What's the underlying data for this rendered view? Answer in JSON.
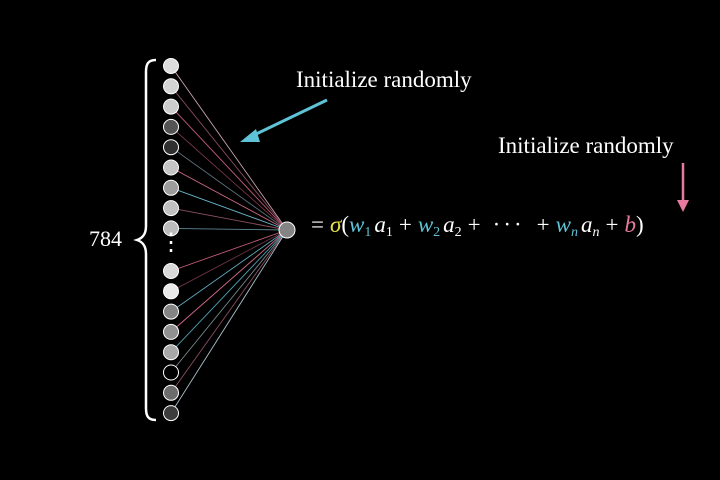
{
  "annotations": {
    "weights": "Initialize randomly",
    "bias": "Initialize randomly"
  },
  "input_count": "784",
  "colors": {
    "background": "#000000",
    "weight_color": "#5ec3d6",
    "bias_color": "#e87aa0",
    "sigma_color": "#e6e14a",
    "text": "#ffffff"
  },
  "formula": {
    "equals": "=",
    "sigma": "σ",
    "open_paren": "(",
    "w": "w",
    "a": "a",
    "sub1": "1",
    "sub2": "2",
    "subn": "n",
    "plus": "+",
    "dots": "···",
    "bias": "b",
    "close_paren": ")"
  },
  "network": {
    "vertical_ellipsis": "⋮",
    "input_neurons_top": [
      0.92,
      0.88,
      0.85,
      0.35,
      0.2,
      0.82,
      0.65,
      0.8,
      0.78
    ],
    "input_neurons_bottom": [
      0.9,
      0.97,
      0.55,
      0.6,
      0.7,
      0.0,
      0.45,
      0.25
    ],
    "output_neuron": 0.55,
    "edge_colors_top": [
      "#c9a2b3",
      "#8a4a5c",
      "#c45c78",
      "#7a3546",
      "#5c6f77",
      "#d06a88",
      "#6ab4c6",
      "#8c5060",
      "#5c8896"
    ],
    "edge_colors_bottom": [
      "#c45c78",
      "#6a3040",
      "#5ea8ba",
      "#d06a88",
      "#4fa0b4",
      "#7a8a90",
      "#8c4e60",
      "#a8c0c8"
    ]
  }
}
